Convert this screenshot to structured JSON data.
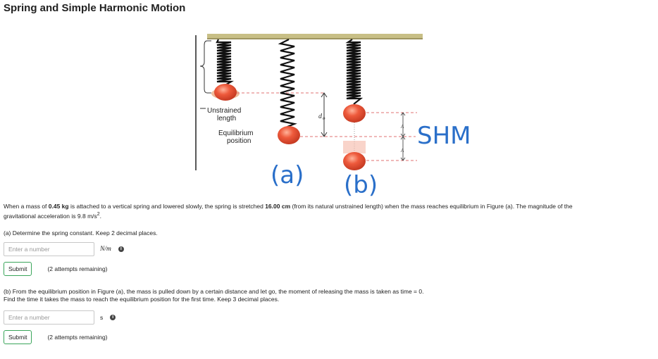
{
  "page": {
    "title": "Spring and Simple Harmonic Motion"
  },
  "figure": {
    "label_unstrained": "Unstrained",
    "label_length": "length",
    "label_equilibrium": "Equilibrium",
    "label_position": "position",
    "label_d0": "d",
    "label_d0_sub": "o",
    "label_a": "(a)",
    "label_b": "(b)",
    "label_shm": "SHM",
    "label_A_top": "A",
    "label_A_bottom": "A",
    "colors": {
      "mass": "#e8553a",
      "spring": "#111111",
      "ceiling": "#c8bf86",
      "annotation": "#2a6fc9",
      "dashed": "#e07070"
    }
  },
  "problem": {
    "pre_mass": "When a mass of ",
    "mass": "0.45 kg",
    "mid1": " is attached to a vertical spring and lowered slowly, the spring is stretched ",
    "stretch": "16.00 cm",
    "mid2": " (from its natural unstrained length) when the mass reaches equilibrium in Figure (a). The magnitude of the",
    "line2": "gravitational acceleration is 9.8 m/s",
    "sup": "2",
    "end": "."
  },
  "part_a": {
    "question": "(a) Determine the spring constant. Keep 2 decimal places.",
    "placeholder": "Enter a number",
    "unit": "N/m",
    "submit_label": "Submit",
    "attempts": "(2 attempts remaining)"
  },
  "part_b": {
    "question_line1": "(b) From the equilibrium position in Figure (a), the mass is pulled down by a certain distance and let go, the moment of releasing the mass is taken as time  = 0.",
    "question_line2": "Find the time it takes the mass to reach the equilibrium position for the first time. Keep 3 decimal places.",
    "placeholder": "Enter a number",
    "unit": "s",
    "submit_label": "Submit",
    "attempts": "(2 attempts remaining)"
  }
}
